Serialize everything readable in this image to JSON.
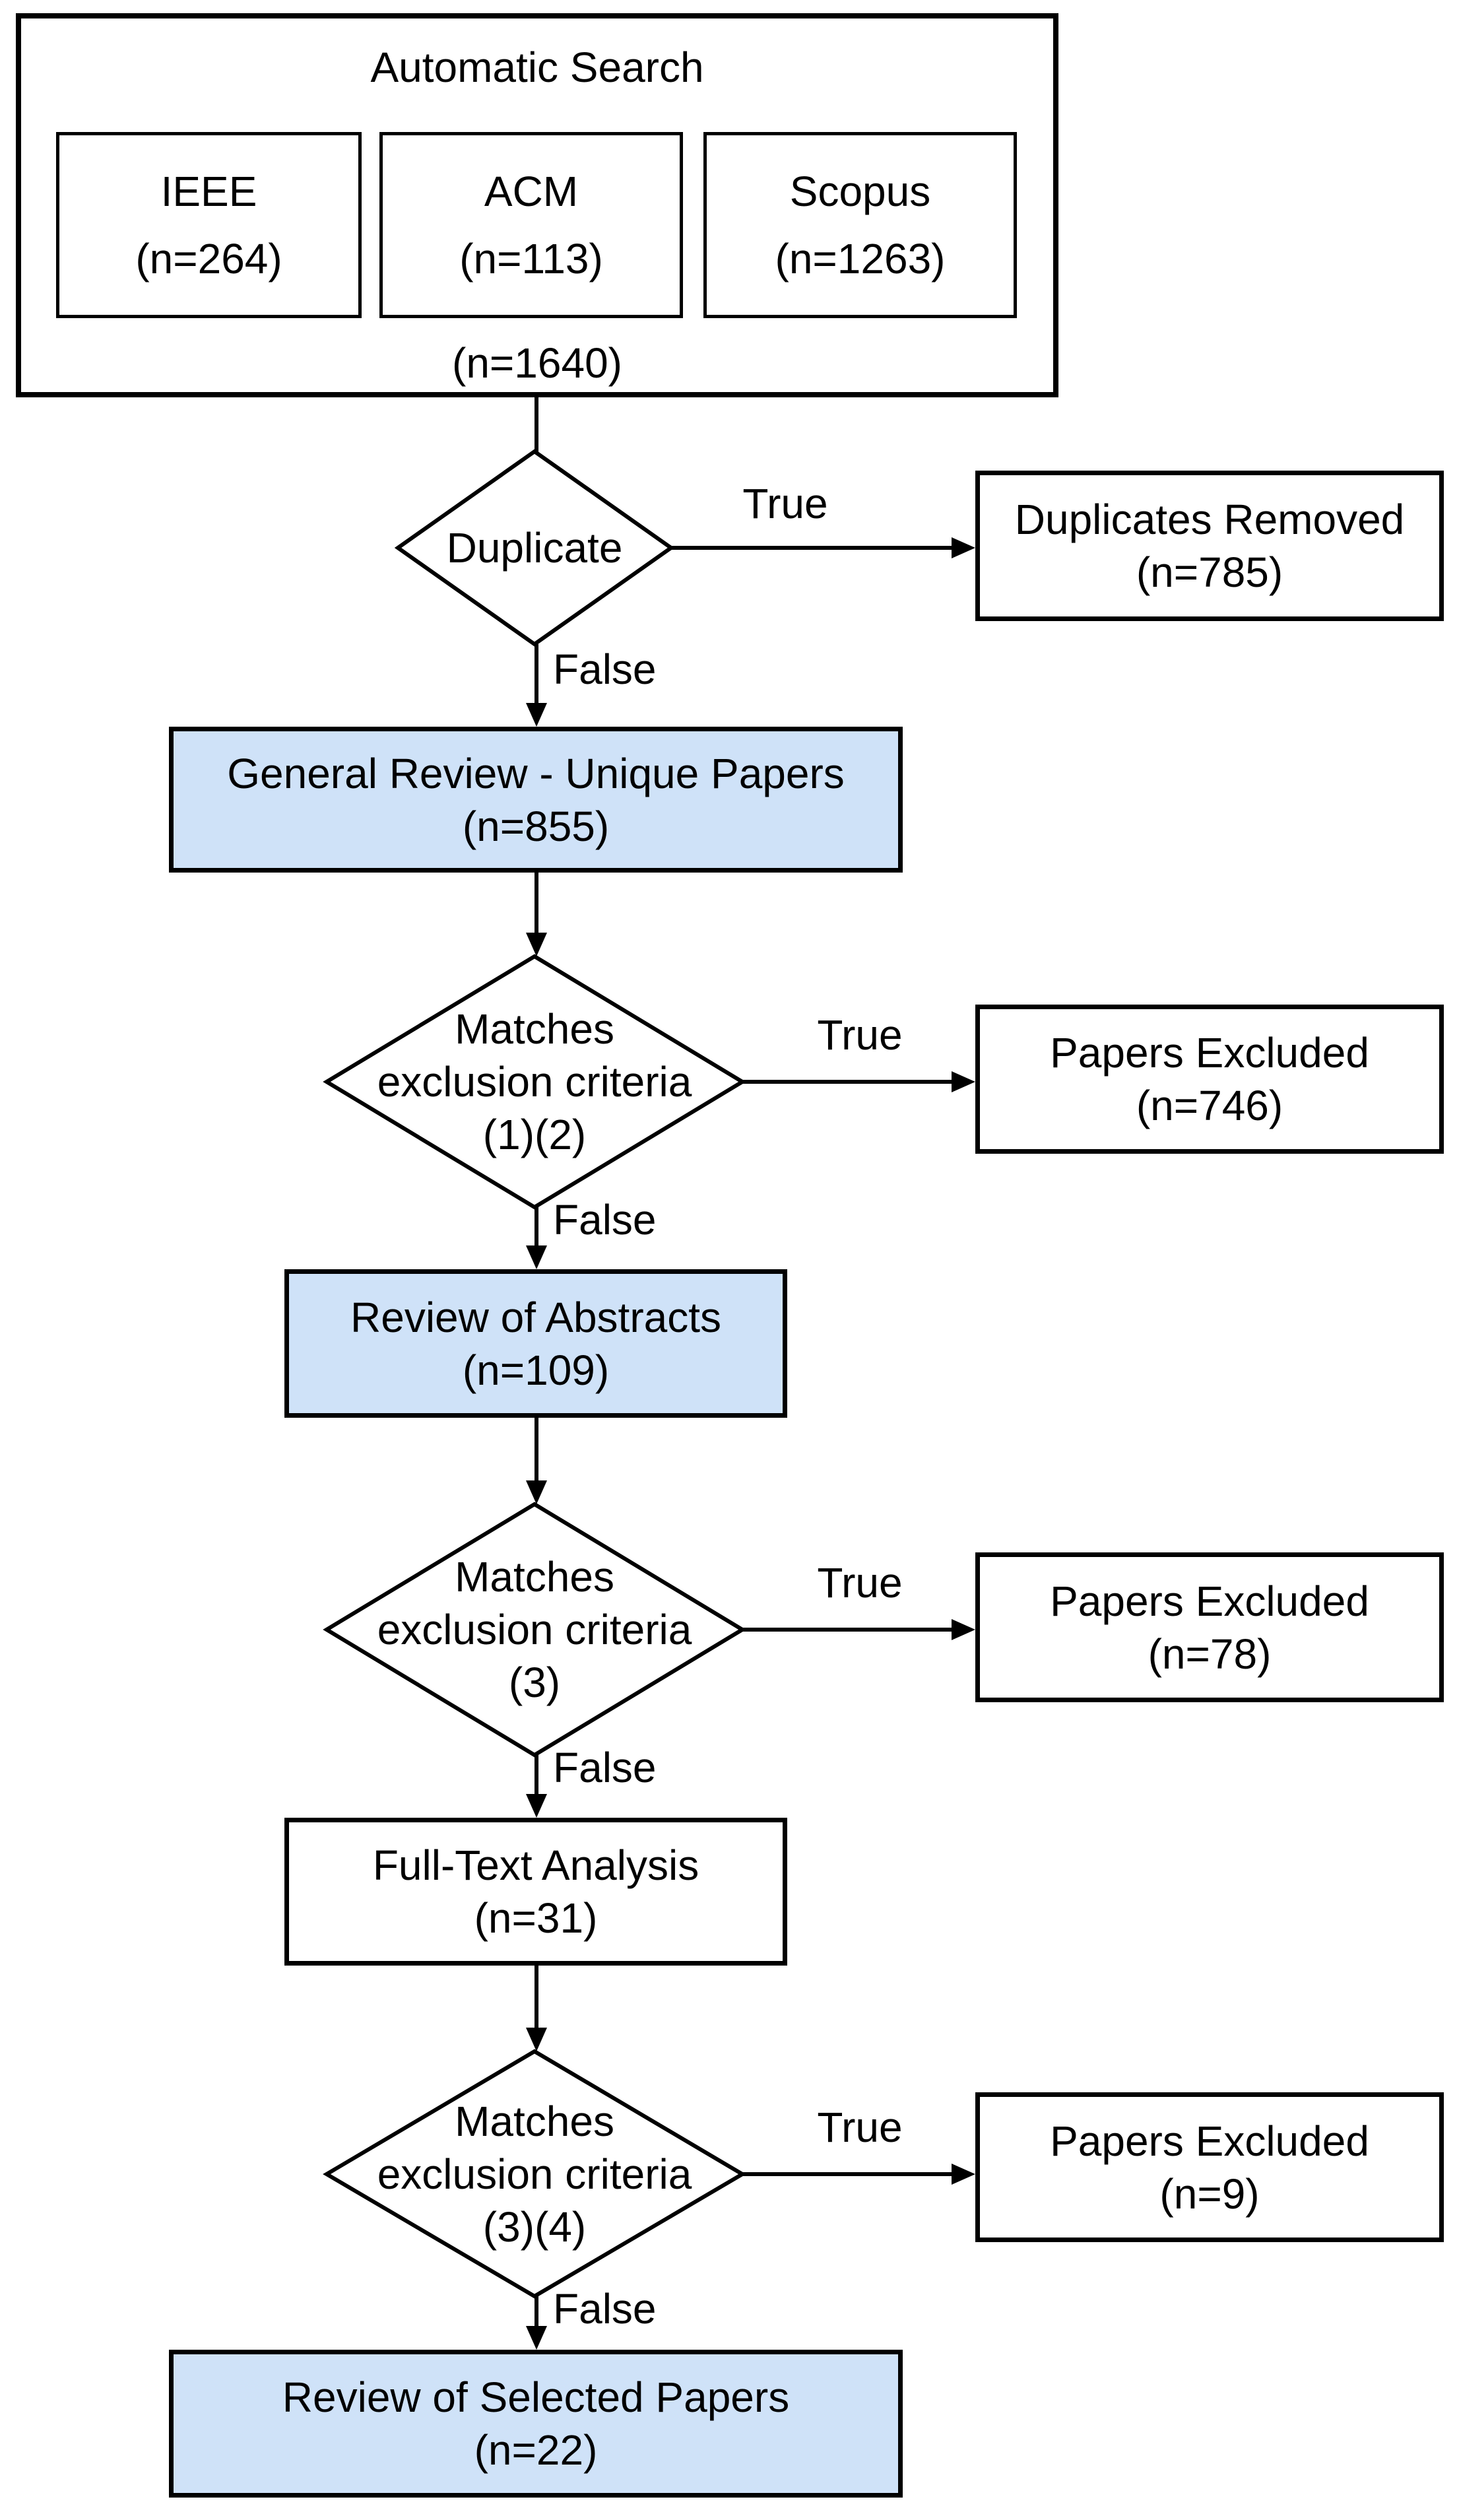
{
  "diagram": {
    "search": {
      "title": "Automatic Search",
      "total": "(n=1640)",
      "sources": [
        {
          "name": "IEEE",
          "count": "(n=264)"
        },
        {
          "name": "ACM",
          "count": "(n=113)"
        },
        {
          "name": "Scopus",
          "count": "(n=1263)"
        }
      ]
    },
    "decisions": [
      {
        "lines": [
          "Duplicate"
        ],
        "true_label": "True",
        "false_label": "False",
        "excluded": {
          "title": "Duplicates Removed",
          "count": "(n=785)"
        }
      },
      {
        "lines": [
          "Matches",
          "exclusion criteria",
          "(1)(2)"
        ],
        "true_label": "True",
        "false_label": "False",
        "excluded": {
          "title": "Papers Excluded",
          "count": "(n=746)"
        }
      },
      {
        "lines": [
          "Matches",
          "exclusion criteria",
          "(3)"
        ],
        "true_label": "True",
        "false_label": "False",
        "excluded": {
          "title": "Papers Excluded",
          "count": "(n=78)"
        }
      },
      {
        "lines": [
          "Matches",
          "exclusion criteria",
          "(3)(4)"
        ],
        "true_label": "True",
        "false_label": "False",
        "excluded": {
          "title": "Papers Excluded",
          "count": "(n=9)"
        }
      }
    ],
    "stages": [
      {
        "title": "General Review - Unique Papers",
        "count": "(n=855)",
        "highlighted": true
      },
      {
        "title": "Review of Abstracts",
        "count": "(n=109)",
        "highlighted": true
      },
      {
        "title": "Full-Text Analysis",
        "count": "(n=31)",
        "highlighted": false
      },
      {
        "title": "Review of Selected Papers",
        "count": "(n=22)",
        "highlighted": true
      }
    ],
    "colors": {
      "stage_fill": "#cfe2f8",
      "node_fill": "#ffffff",
      "stroke": "#000000"
    }
  }
}
